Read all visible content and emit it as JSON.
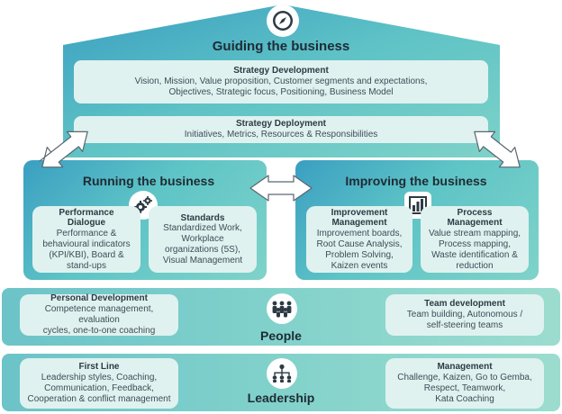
{
  "guiding": {
    "title": "Guiding the business",
    "strategy_development": {
      "title": "Strategy Development",
      "line1": "Vision, Mission, Value proposition, Customer segments and expectations,",
      "line2": "Objectives, Strategic focus, Positioning, Business Model"
    },
    "strategy_deployment": {
      "title": "Strategy Deployment",
      "line1": "Initiatives, Metrics, Resources & Responsibilities"
    }
  },
  "running": {
    "title": "Running the business",
    "performance": {
      "title1": "Performance",
      "title2": "Dialogue",
      "lines": [
        "Performance &",
        "behavioural indicators",
        "(KPI/KBI), Board &",
        "stand-ups"
      ]
    },
    "standards": {
      "title": "Standards",
      "lines": [
        "Standardized Work,",
        "Workplace",
        "organizations (5S),",
        "Visual Management"
      ]
    }
  },
  "improving": {
    "title": "Improving the business",
    "improvement": {
      "title1": "Improvement",
      "title2": "Management",
      "lines": [
        "Improvement boards,",
        "Root Cause Analysis,",
        "Problem Solving,",
        "Kaizen events"
      ]
    },
    "process": {
      "title1": "Process",
      "title2": "Management",
      "lines": [
        "Value stream mapping,",
        "Process mapping,",
        "Waste identification &",
        "reduction"
      ]
    }
  },
  "people": {
    "title": "People",
    "personal": {
      "title": "Personal Development",
      "lines": [
        "Competence management, evaluation",
        "cycles, one-to-one coaching"
      ]
    },
    "team": {
      "title": "Team development",
      "lines": [
        "Team building, Autonomous /",
        "self-steering teams"
      ]
    }
  },
  "leadership": {
    "title": "Leadership",
    "first_line": {
      "title": "First Line",
      "lines": [
        "Leadership styles, Coaching,",
        "Communication, Feedback,",
        "Cooperation & conflict management"
      ]
    },
    "management": {
      "title": "Management",
      "lines": [
        "Challenge, Kaizen, Go to Gemba,",
        "Respect, Teamwork,",
        "Kata Coaching"
      ]
    }
  },
  "icons": {
    "guiding": "compass-icon",
    "running": "gears-icon",
    "improving": "bar-chart-icon",
    "people": "people-group-icon",
    "leadership": "hierarchy-icon"
  },
  "colors": {
    "teal_dark": "#3a9fc1",
    "teal_light": "#7fd3c9",
    "card_bg": "#dff2ef",
    "arrow_fill": "#ffffff",
    "arrow_stroke": "#5a6670"
  }
}
